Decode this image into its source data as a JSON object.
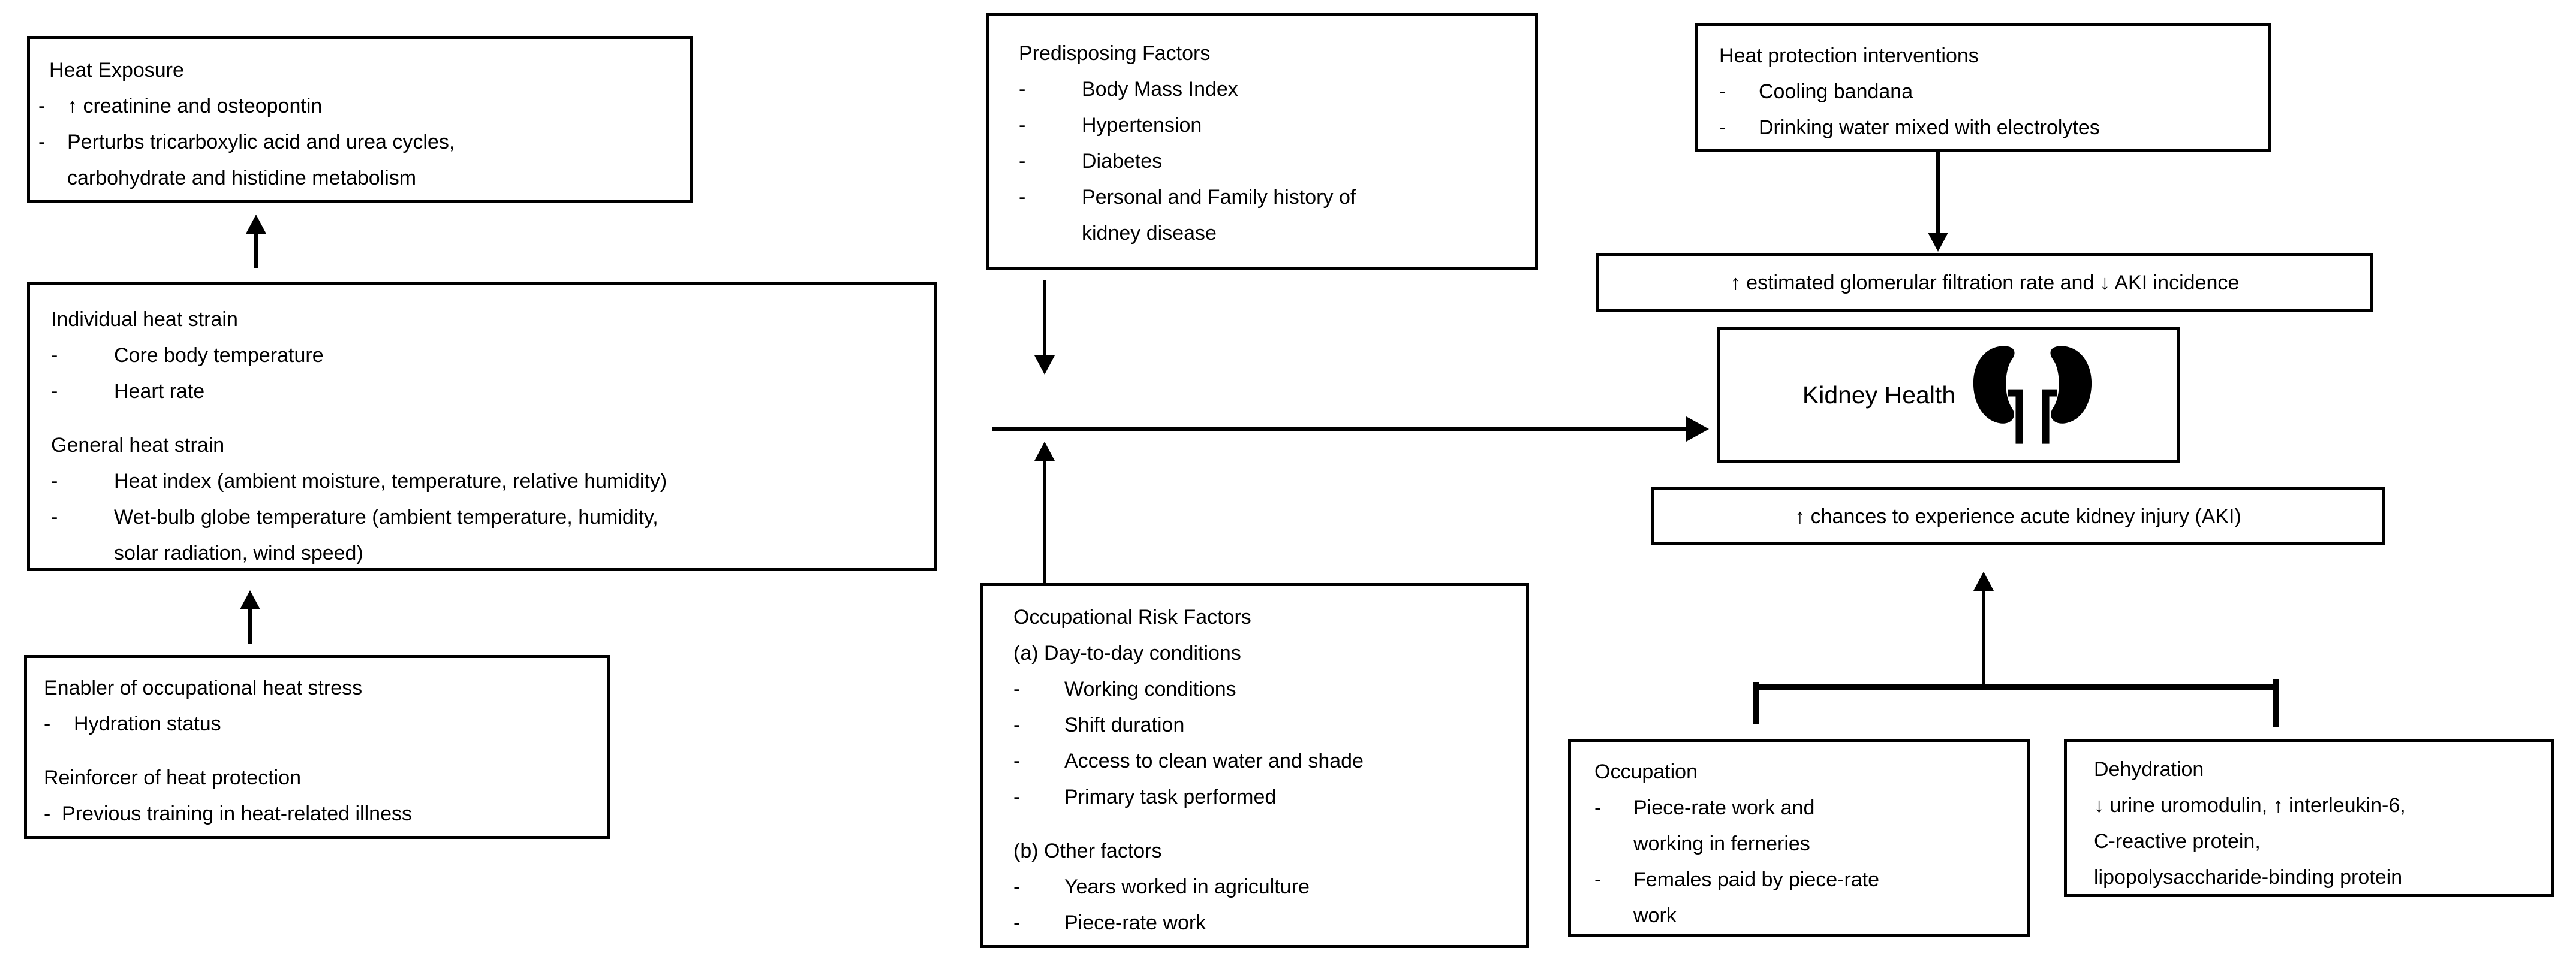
{
  "figure": {
    "type": "flow-diagram",
    "topic": "Occupational heat exposure and kidney health",
    "colors": {
      "background": "#ffffff",
      "box_border": "#000000",
      "line": "#000000",
      "text": "#000000"
    }
  },
  "boxes": {
    "heat_exposure": {
      "title": "Heat Exposure",
      "bullets": [
        "↑ creatinine and osteopontin",
        "Perturbs tricarboxylic acid and urea cycles,\ncarbohydrate and histidine metabolism"
      ]
    },
    "heat_strain": {
      "groups": [
        {
          "title": "Individual heat strain",
          "bullets": [
            "Core body temperature",
            "Heart rate"
          ]
        },
        {
          "title": "General heat strain",
          "bullets": [
            "Heat index (ambient moisture, temperature, relative humidity)",
            "Wet-bulb globe temperature (ambient temperature, humidity,\nsolar radiation, wind speed)"
          ]
        }
      ]
    },
    "enabler": {
      "groups": [
        {
          "title": "Enabler of occupational heat stress",
          "bullets": [
            "Hydration status"
          ]
        },
        {
          "title": "Reinforcer of heat protection",
          "bullets": [
            "Previous training in heat-related illness"
          ]
        }
      ]
    },
    "predisposing": {
      "title": "Predisposing Factors",
      "bullets": [
        "Body Mass Index",
        "Hypertension",
        "Diabetes",
        "Personal and Family history of\nkidney disease"
      ]
    },
    "occupational": {
      "title": "Occupational Risk Factors",
      "groups": [
        {
          "title": "(a) Day-to-day conditions",
          "bullets": [
            "Working conditions",
            "Shift duration",
            "Access to clean water and shade",
            "Primary task performed"
          ]
        },
        {
          "title": "(b) Other factors",
          "bullets": [
            "Years worked in agriculture",
            "Piece-rate work"
          ]
        }
      ]
    },
    "heat_protection": {
      "title": "Heat protection interventions",
      "bullets": [
        "Cooling bandana",
        "Drinking water mixed with electrolytes"
      ]
    },
    "egfr": {
      "text": "↑ estimated glomerular filtration rate and ↓ AKI incidence"
    },
    "kidney": {
      "label": "Kidney Health",
      "icon": "kidneys-icon"
    },
    "aki": {
      "text": "↑ chances to experience acute kidney injury (AKI)"
    },
    "occupation": {
      "title": "Occupation",
      "bullets": [
        "Piece-rate work and\nworking in ferneries",
        "Females paid by piece-rate\nwork"
      ]
    },
    "dehydration": {
      "title": "Dehydration",
      "body": "↓ urine uromodulin, ↑ interleukin-6,\nC-reactive protein,\nlipopolysaccharide-binding protein"
    }
  }
}
